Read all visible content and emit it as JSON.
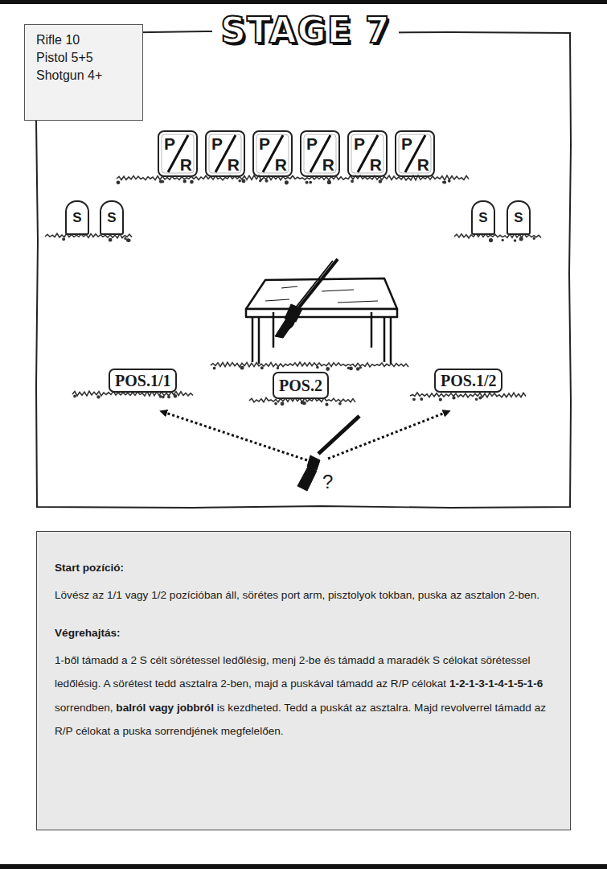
{
  "diagram": {
    "title": "STAGE 7",
    "nodes": [
      {
        "text": [
          "Rifle 10",
          "Pistol 5+5",
          "Shotgun 4+"
        ]
      },
      {
        "text": [
          "P",
          "R"
        ]
      },
      {
        "text": [
          "P",
          "R"
        ]
      },
      {
        "text": [
          "P",
          "R"
        ]
      },
      {
        "text": [
          "P",
          "R"
        ]
      },
      {
        "text": [
          "P",
          "R"
        ]
      },
      {
        "text": [
          "P",
          "R"
        ]
      },
      {
        "text": [
          "S"
        ]
      },
      {
        "text": [
          "S"
        ]
      },
      {
        "text": [
          "S"
        ]
      },
      {
        "text": [
          "S"
        ]
      },
      {
        "text": [
          "POS.1/1"
        ]
      },
      {
        "text": [
          "POS.2"
        ]
      },
      {
        "text": [
          "POS.1/2"
        ]
      },
      {
        "text": [
          "Start pozíció:",
          "Lövész az 1/1 vagy 1/2 pozícióban áll, sörétes port arm, pisztolyok tokban, puska az asztalon 2-ben.",
          "Végrehajtás:",
          "1-ből támadd a 2 S célt sörétessel ledőlésig, menj 2-be és támadd a maradék S célokat sörétessel ledőlésig. A sörétest tedd asztalra 2-ben, majd a puskával támadd az R/P célokat",
          "1-2-1-3-1-4-1-5-1-6",
          "sorrendben,",
          "balról vagy jobbról",
          "is kezdheted. Tedd a puskát az asztalra. Majd revolverrel támadd az R/P célokat a puska sorrendjének megfelelően."
        ]
      }
    ],
    "labels": [
      "?"
    ]
  }
}
